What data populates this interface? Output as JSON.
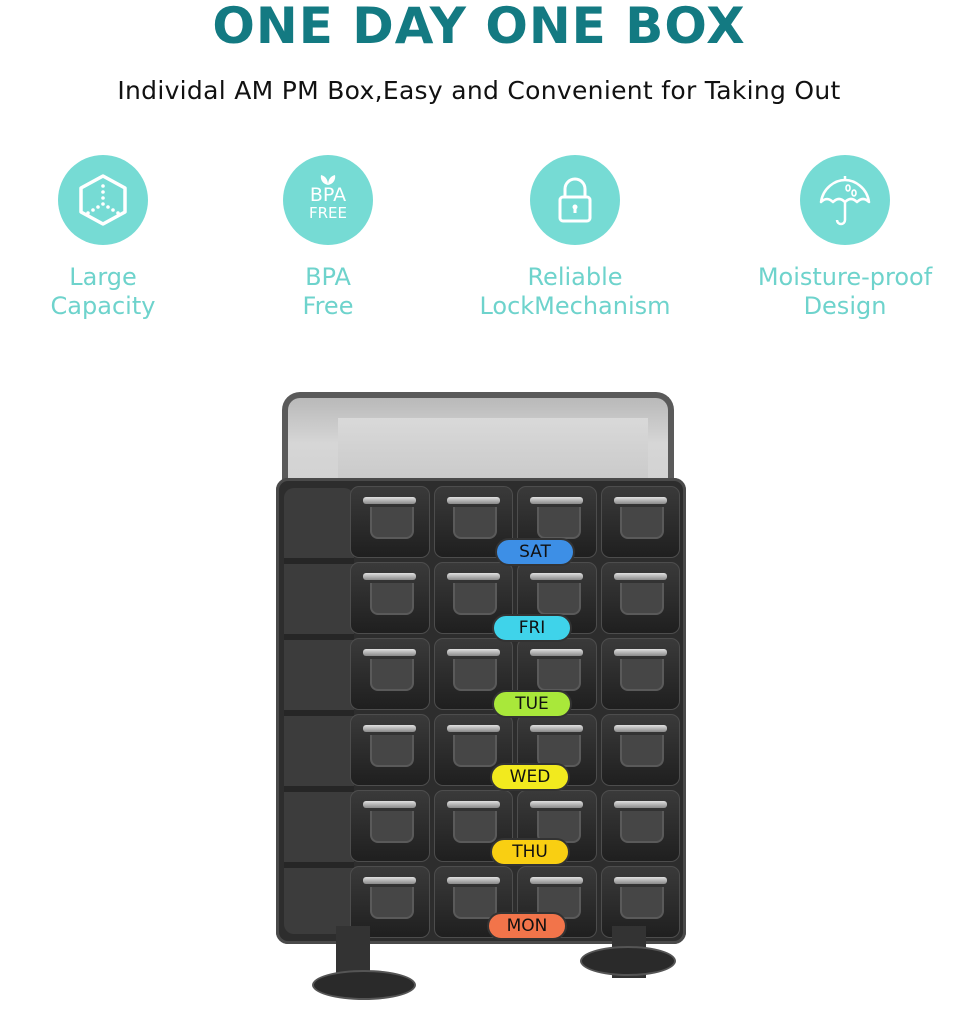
{
  "header": {
    "title": "ONE DAY ONE BOX",
    "subtitle": "Individal AM PM Box,Easy and Convenient for Taking Out"
  },
  "features": [
    {
      "icon": "cube-icon",
      "line1": "Large",
      "line2": "Capacity"
    },
    {
      "icon": "bpa-free-leaf-icon",
      "icon_text1": "BPA",
      "icon_text2": "FREE",
      "line1": "BPA",
      "line2": "Free"
    },
    {
      "icon": "padlock-icon",
      "line1": "Reliable",
      "line2": "LockMechanism"
    },
    {
      "icon": "umbrella-icon",
      "line1": "Moisture-proof",
      "line2": "Design"
    }
  ],
  "colors": {
    "title": "#137a82",
    "feature_accent": "#76dbd4",
    "feature_text": "#6ed3cc"
  },
  "product": {
    "day_tags": [
      {
        "label": "SAT",
        "color": "#3d8fe6"
      },
      {
        "label": "FRI",
        "color": "#3fd3ea"
      },
      {
        "label": "TUE",
        "color": "#a9e83a"
      },
      {
        "label": "WED",
        "color": "#f2ea1e"
      },
      {
        "label": "THU",
        "color": "#f9cf12"
      },
      {
        "label": "MON",
        "color": "#f2744a"
      }
    ]
  }
}
